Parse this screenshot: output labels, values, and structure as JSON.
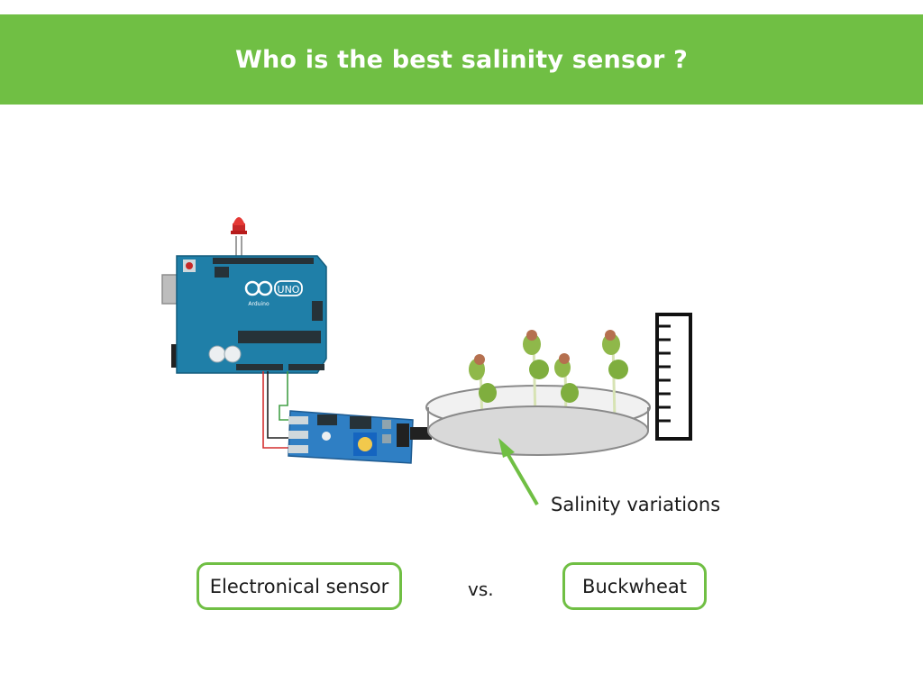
{
  "title": "Who is the best salinity sensor ?",
  "arduino": {
    "brand": "Arduino",
    "model": "UNO"
  },
  "annotation": "Salinity variations",
  "left_option": "Electronical sensor",
  "versus": "vs.",
  "right_option": "Buckwheat",
  "colors": {
    "accent": "#70bf44",
    "board": "#1f7fa8",
    "module": "#2f7fc4",
    "led": "#e53935"
  }
}
